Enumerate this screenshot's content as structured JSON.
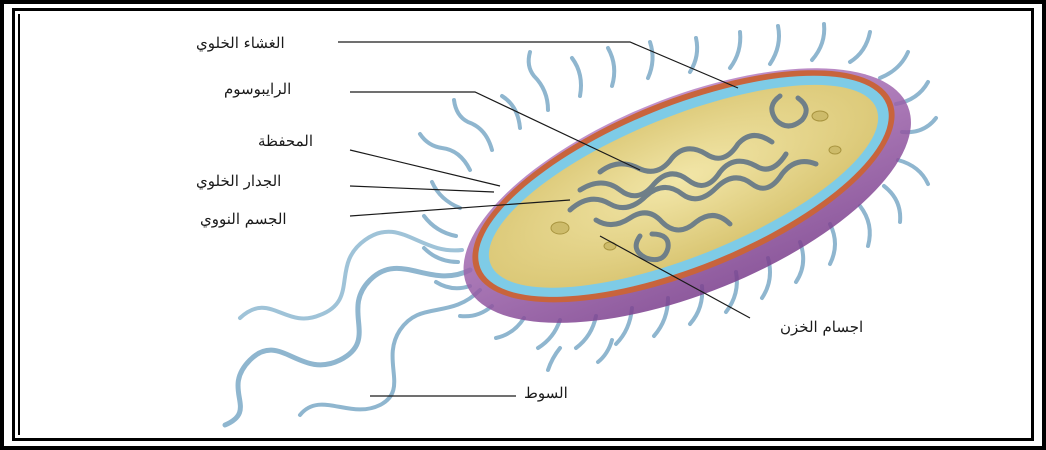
{
  "diagram": {
    "labels": {
      "cell_membrane": "الغشاء الخلوي",
      "ribosome": "الرايبوسوم",
      "capsule": "المحفظة",
      "cell_wall": "الجدار الخلوي",
      "nucleoid": "الجسم النووي",
      "storage_bodies": "اجسام الخزن",
      "flagellum": "السوط"
    },
    "colors": {
      "cytoplasm": "#e9d98a",
      "membrane": "#7ecbe6",
      "wall": "#c8643c",
      "capsule": "#9a5aa8",
      "pili": "#8fb6cf",
      "dna": "#6f7f88",
      "frame": "#000000"
    }
  }
}
